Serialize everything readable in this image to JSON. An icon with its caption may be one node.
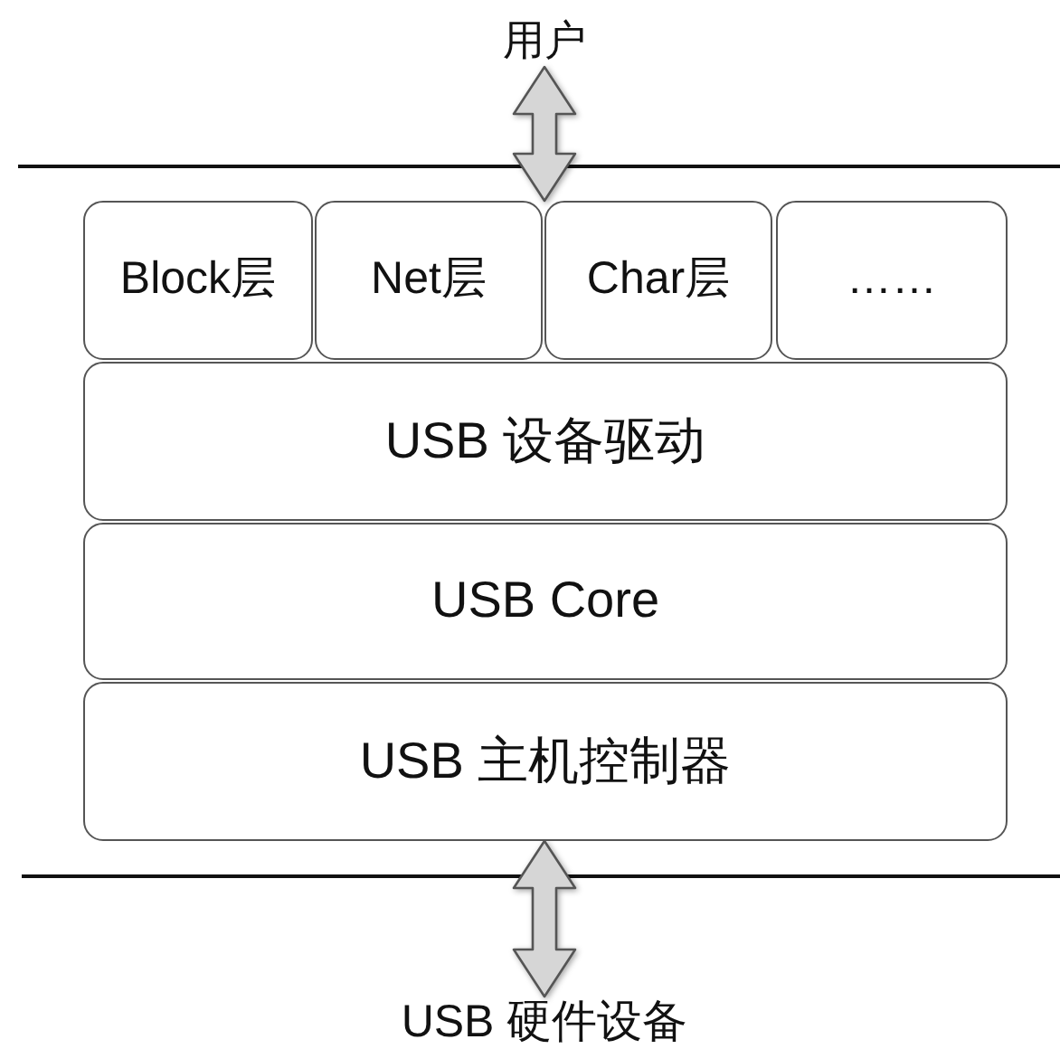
{
  "diagram": {
    "nodes": [
      {
        "text": [
          "用户"
        ]
      },
      {
        "text": [
          "Block层"
        ]
      },
      {
        "text": [
          "Net层"
        ]
      },
      {
        "text": [
          "Char层"
        ]
      },
      {
        "text": [
          "……"
        ]
      },
      {
        "text": [
          "USB 设备驱动"
        ]
      },
      {
        "text": [
          "USB Core"
        ]
      },
      {
        "text": [
          "USB 主机控制器"
        ]
      },
      {
        "text": [
          "USB 硬件设备"
        ]
      }
    ],
    "edges": [
      {
        "from": 0,
        "to": null,
        "arrow": "both"
      },
      {
        "from": 7,
        "to": 8,
        "arrow": "both"
      }
    ]
  }
}
